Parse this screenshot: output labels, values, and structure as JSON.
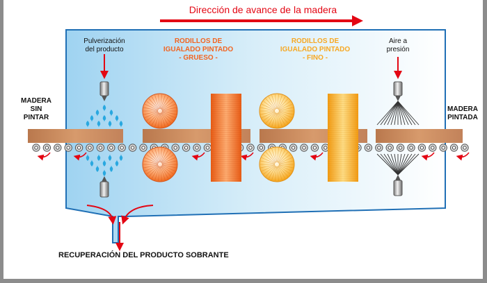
{
  "direction_label": "Dirección de avance de la madera",
  "labels": {
    "spray": "Pulverización\ndel producto",
    "coarse": "RODILLOS DE\nIGUALADO PINTADO\n- GRUESO -",
    "fine": "RODILLOS DE\nIGUALADO PINTADO\n- FINO -",
    "air": "Aire a\npresión",
    "unpainted": "MADERA\nSIN\nPINTAR",
    "painted": "MADERA\nPINTADA",
    "recovery": "RECUPERACIÓN DEL PRODUCTO SOBRANTE"
  },
  "colors": {
    "accent_red": "#e30613",
    "coarse_orange": "#f26522",
    "fine_yellow": "#f7a823",
    "chamber_blue": "#c8e6f7",
    "outline_blue": "#1f6fb5",
    "wood": "#c8875a",
    "droplet": "#29a8e0"
  }
}
